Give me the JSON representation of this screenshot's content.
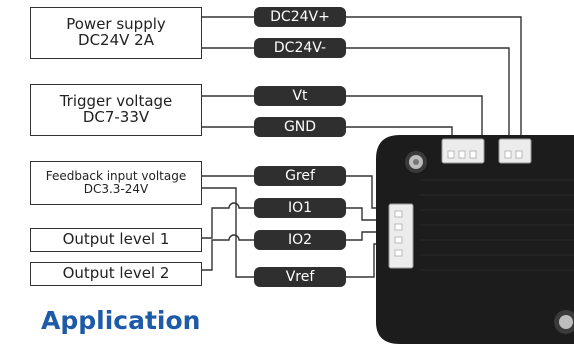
{
  "labels": {
    "power_supply": [
      "Power supply",
      "DC24V 2A"
    ],
    "trigger_voltage": [
      "Trigger voltage",
      "DC7-33V"
    ],
    "feedback_input": [
      "Feedback input voltage",
      "DC3.3-24V"
    ],
    "output_level_1": "Output level 1",
    "output_level_2": "Output level 2"
  },
  "pins": [
    "DC24V+",
    "DC24V-",
    "Vt",
    "GND",
    "Gref",
    "IO1",
    "IO2",
    "Vref"
  ],
  "section_title": "Application",
  "colors": {
    "pill": "#2f2f2f",
    "title": "#1d5aa7",
    "board": "#1c1c1c",
    "line": "#333333"
  }
}
